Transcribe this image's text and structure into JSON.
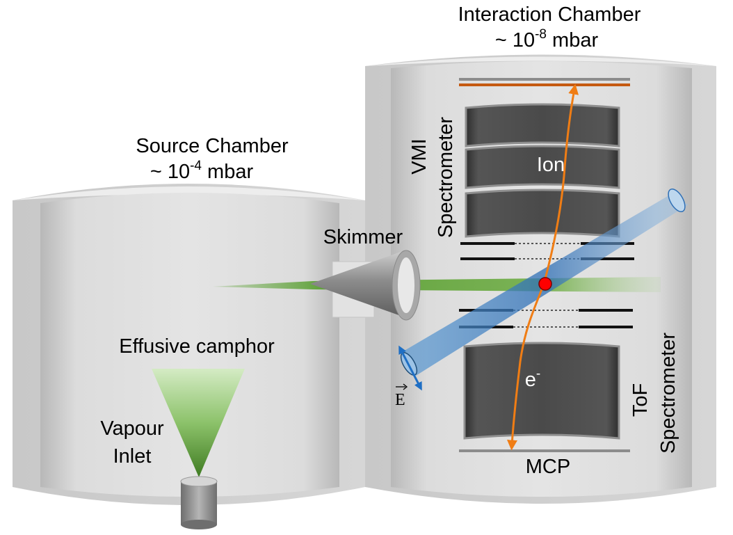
{
  "labels": {
    "interaction_title": "Interaction Chamber",
    "interaction_pressure_prefix": "~ 10",
    "interaction_pressure_exp": "-8",
    "interaction_pressure_unit": " mbar",
    "source_title": "Source Chamber",
    "source_pressure_prefix": "~ 10",
    "source_pressure_exp": "-4",
    "source_pressure_unit": " mbar",
    "skimmer": "Skimmer",
    "effusive": "Effusive camphor",
    "vapour_line1": "Vapour",
    "vapour_line2": "Inlet",
    "vmi_line1": "VMI",
    "vmi_line2": "Spectrometer",
    "tof_line1": "ToF",
    "tof_line2": "Spectrometer",
    "ion": "Ion",
    "electron": "e",
    "electron_sup": "-",
    "mcp": "MCP",
    "field": "E"
  },
  "colors": {
    "chamber_wall": "#d9d9d9",
    "chamber_rim": "#ececec",
    "electrode": "#4a4a4a",
    "trajectory": "#f07d14",
    "laser": "#5b9bd5",
    "molecular_beam": "#70ad47",
    "interaction_point": "#ff0000",
    "detector_top": "#c55a11",
    "field_arrow": "#1f6fc4"
  }
}
